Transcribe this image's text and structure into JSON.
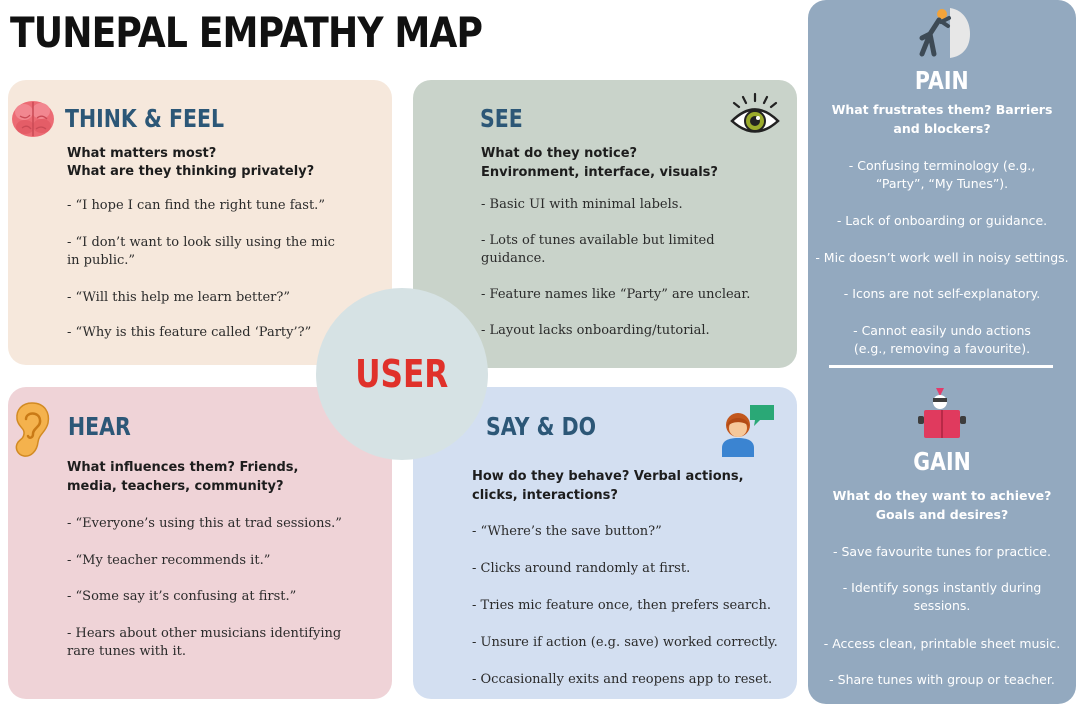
{
  "title": "TUNEPAL EMPATHY MAP",
  "center": {
    "label": "USER"
  },
  "think_feel": {
    "heading": "THINK & FEEL",
    "questions": [
      "What matters most?",
      "What are they thinking privately?"
    ],
    "items": [
      "- “I hope I can find the right tune fast.”",
      "- “I don’t want to look silly using the mic in public.”",
      "- “Will this help me learn better?”",
      "- “Why is this feature called ‘Party’?”"
    ],
    "icon": "brain-icon"
  },
  "see": {
    "heading": "SEE",
    "question": "What do they notice? Environment, interface, visuals?",
    "items": [
      "- Basic UI with minimal labels.",
      "- Lots of tunes available but limited guidance.",
      "- Feature names like “Party” are unclear.",
      "- Layout lacks onboarding/tutorial."
    ],
    "icon": "eye-icon"
  },
  "hear": {
    "heading": "HEAR",
    "question": "What influences them? Friends, media, teachers, community?",
    "items": [
      "- “Everyone’s using this at trad sessions.”",
      "- “My teacher recommends it.”",
      "- “Some say it’s confusing at first.”",
      "- Hears about other musicians identifying rare tunes with it."
    ],
    "icon": "ear-icon"
  },
  "say_do": {
    "heading": "SAY & DO",
    "question": "How do they behave? Verbal actions, clicks, interactions?",
    "items": [
      "- “Where’s the save button?”",
      "- Clicks around randomly at first.",
      "- Tries mic feature once, then prefers search.",
      "- Unsure if action (e.g. save) worked correctly.",
      "- Occasionally exits and reopens app to reset."
    ],
    "icon": "person-speech-icon"
  },
  "pain": {
    "heading": "PAIN",
    "question": "What frustrates them? Barriers and blockers?",
    "items": [
      "- Confusing terminology (e.g., “Party”, “My Tunes”).",
      "- Lack of onboarding or guidance.",
      "- Mic doesn’t work well in noisy settings.",
      "- Icons are not self-explanatory.",
      "- Cannot easily undo actions (e.g., removing a favourite)."
    ],
    "icon": "pushing-wall-icon"
  },
  "gain": {
    "heading": "GAIN",
    "question": "What do they want to achieve? Goals and desires?",
    "items": [
      "- Save favourite tunes for practice.",
      "- Identify songs instantly during sessions.",
      "- Access clean, printable sheet music.",
      "- Share tunes with group or teacher."
    ],
    "icon": "reader-icon"
  },
  "colors": {
    "think_bg": "#f6e8dc",
    "see_bg": "#c9d3ca",
    "hear_bg": "#efd3d7",
    "say_bg": "#d3dff1",
    "side_bg": "#93a9bf",
    "heading": "#2c5777",
    "user": "#e0312a"
  }
}
